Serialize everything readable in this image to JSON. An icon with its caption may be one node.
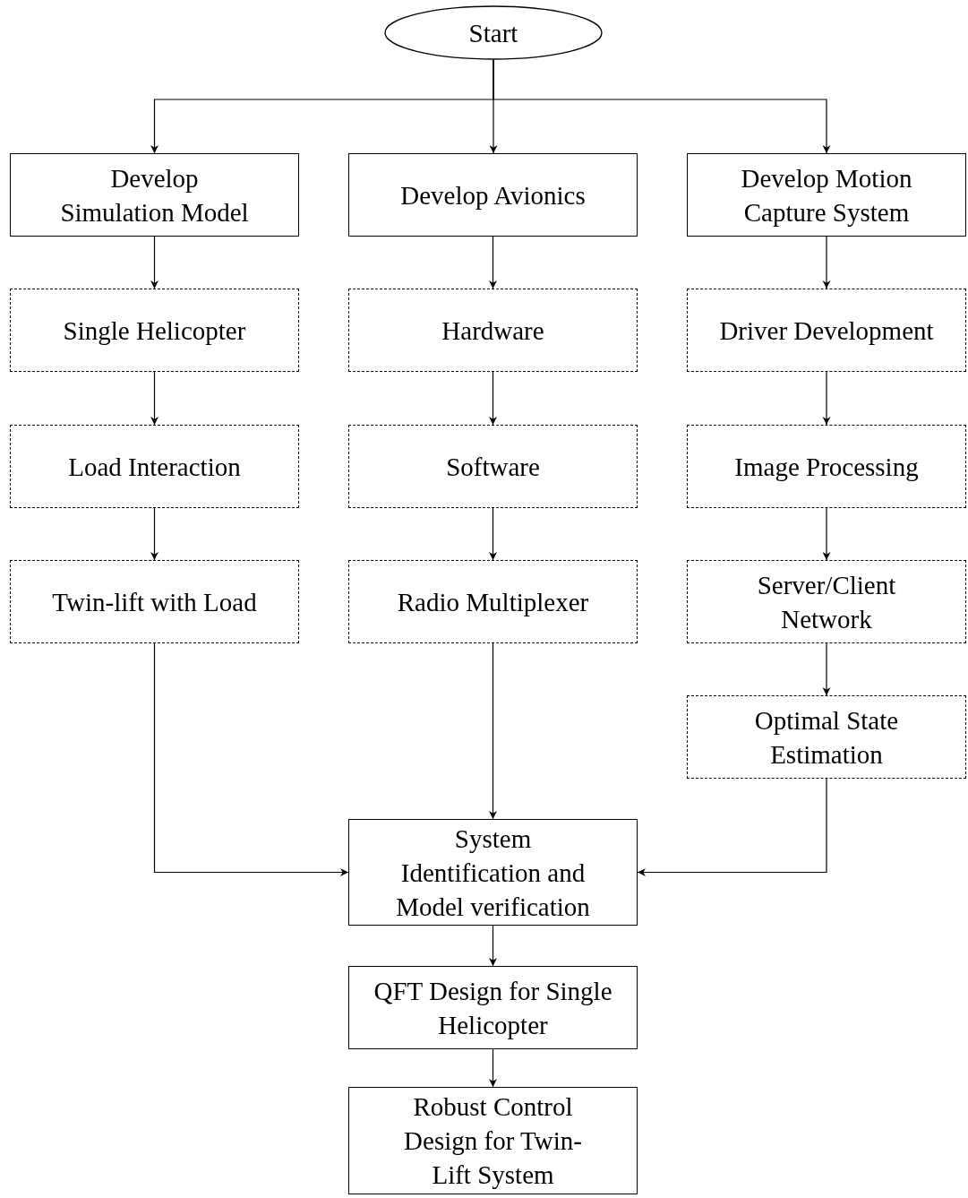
{
  "diagram": {
    "nodes": [
      {
        "text": [
          "Start"
        ]
      },
      {
        "text": [
          "Develop Simulation Model"
        ]
      },
      {
        "text": [
          "Develop Avionics"
        ]
      },
      {
        "text": [
          "Develop Motion Capture System"
        ]
      },
      {
        "text": [
          "Single Helicopter"
        ]
      },
      {
        "text": [
          "Load Interaction"
        ]
      },
      {
        "text": [
          "Twin-lift with Load"
        ]
      },
      {
        "text": [
          "Hardware"
        ]
      },
      {
        "text": [
          "Software"
        ]
      },
      {
        "text": [
          "Radio Multiplexer"
        ]
      },
      {
        "text": [
          "Driver Development"
        ]
      },
      {
        "text": [
          "Image Processing"
        ]
      },
      {
        "text": [
          "Server/Client Network"
        ]
      },
      {
        "text": [
          "Optimal State Estimation"
        ]
      },
      {
        "text": [
          "System Identification and Model verification"
        ]
      },
      {
        "text": [
          "QFT Design for Single Helicopter"
        ]
      },
      {
        "text": [
          "Robust Control Design for Twin-Lift System"
        ]
      }
    ],
    "edges": [
      {
        "from": 0,
        "to": 1,
        "arrow": "to"
      },
      {
        "from": 0,
        "to": 2,
        "arrow": "to"
      },
      {
        "from": 0,
        "to": 3,
        "arrow": "to"
      },
      {
        "from": 1,
        "to": 4,
        "arrow": "to"
      },
      {
        "from": 4,
        "to": 5,
        "arrow": "to"
      },
      {
        "from": 5,
        "to": 6,
        "arrow": "to"
      },
      {
        "from": 2,
        "to": 7,
        "arrow": "to"
      },
      {
        "from": 7,
        "to": 8,
        "arrow": "to"
      },
      {
        "from": 8,
        "to": 9,
        "arrow": "to"
      },
      {
        "from": 3,
        "to": 10,
        "arrow": "to"
      },
      {
        "from": 10,
        "to": 11,
        "arrow": "to"
      },
      {
        "from": 11,
        "to": 12,
        "arrow": "to"
      },
      {
        "from": 12,
        "to": 13,
        "arrow": "to"
      },
      {
        "from": 6,
        "to": 14,
        "arrow": "to"
      },
      {
        "from": 9,
        "to": 14,
        "arrow": "to"
      },
      {
        "from": 13,
        "to": 14,
        "arrow": "to"
      },
      {
        "from": 14,
        "to": 15,
        "arrow": "to"
      },
      {
        "from": 15,
        "to": 16,
        "arrow": "to"
      }
    ]
  }
}
